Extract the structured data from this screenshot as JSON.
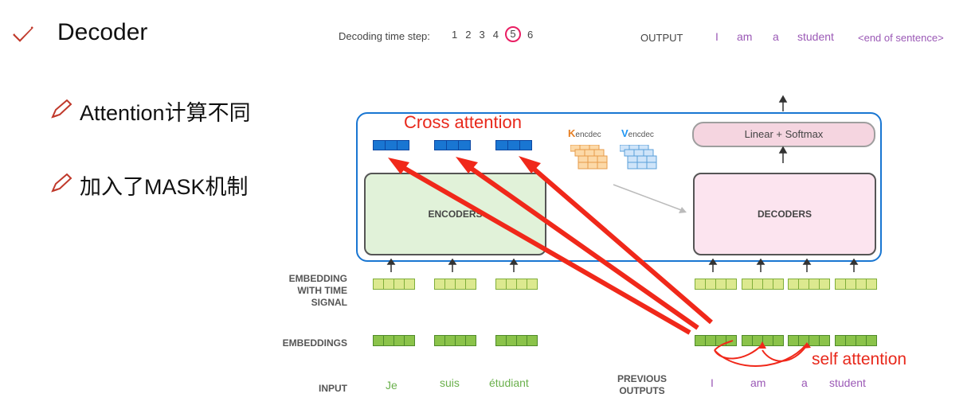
{
  "slide": {
    "title": "Decoder",
    "bullets": [
      "Attention计算不同",
      "加入了MASK机制"
    ]
  },
  "diagram": {
    "time_step_label": "Decoding time step:",
    "time_steps": [
      "1",
      "2",
      "3",
      "4",
      "5",
      "6"
    ],
    "current_step": "5",
    "output_label": "OUTPUT",
    "output_words": [
      "I",
      "am",
      "a",
      "student",
      "<end of sentence>"
    ],
    "cross_attention": "Cross attention",
    "self_attention": "self attention",
    "k_label": "K",
    "k_sub": "encdec",
    "v_label": "V",
    "v_sub": "encdec",
    "linear_softmax": "Linear + Softmax",
    "encoders": "ENCODERS",
    "decoders": "DECODERS",
    "embed_time_label": [
      "EMBEDDING",
      "WITH TIME",
      "SIGNAL"
    ],
    "embeddings_label": "EMBEDDINGS",
    "input_label": "INPUT",
    "input_words": [
      "Je",
      "suis",
      "étudiant"
    ],
    "prev_label": [
      "PREVIOUS",
      "OUTPUTS"
    ],
    "prev_words": [
      "I",
      "am",
      "a",
      "student"
    ]
  }
}
